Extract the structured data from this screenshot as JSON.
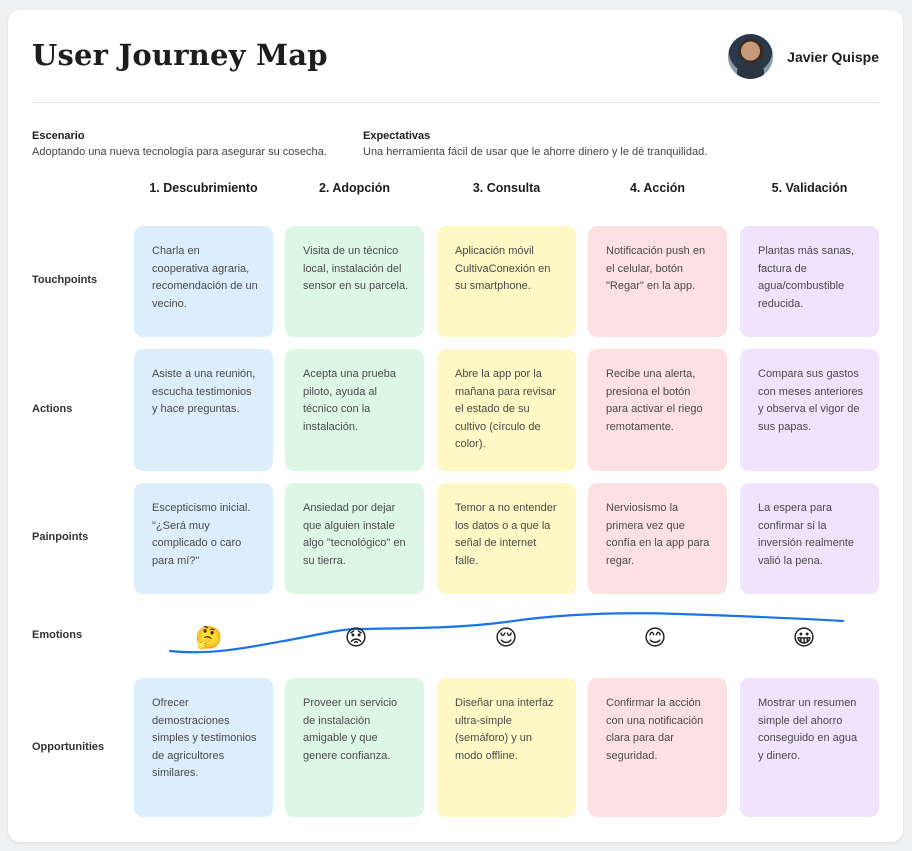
{
  "title": "User Journey Map",
  "user": {
    "name": "Javier Quispe",
    "avatar_icon": "user-avatar-icon"
  },
  "scenario": {
    "label": "Escenario",
    "text": "Adoptando una nueva tecnología para asegurar su cosecha."
  },
  "expectations": {
    "label": "Expectativas",
    "text": "Una herramienta fácil de usar que le ahorre dinero y le dé tranquilidad."
  },
  "stages": [
    "1. Descubrimiento",
    "2. Adopción",
    "3. Consulta",
    "4. Acción",
    "5. Validación"
  ],
  "rows": {
    "touchpoints": {
      "label": "Touchpoints",
      "cells": [
        "Charla en cooperativa agraria, recomendación de un vecino.",
        "Visita de un técnico local, instalación del sensor en su parcela.",
        "Aplicación móvil CultivaConexión en su smartphone.",
        "Notificación push en el celular, botón \"Regar\" en la app.",
        "Plantas más sanas, factura de agua/combustible reducida."
      ]
    },
    "actions": {
      "label": "Actions",
      "cells": [
        "Asiste a una reunión, escucha testimonios y hace preguntas.",
        "Acepta una prueba piloto, ayuda al técnico con la instalación.",
        "Abre la app por la mañana para revisar el estado de su cultivo (círculo de color).",
        "Recibe una alerta, presiona el botón para activar el riego remotamente.",
        "Compara sus gastos con meses anteriores y observa el vigor de sus papas."
      ]
    },
    "painpoints": {
      "label": "Painpoints",
      "cells": [
        "Escepticismo inicial. \"¿Será muy complicado o caro para mí?\"",
        "Ansiedad por dejar que alguien instale algo \"tecnológico\" en su tierra.",
        "Temor a no entender los datos o a que la señal de internet falle.",
        "Nerviosismo la primera vez que confía en la app para regar.",
        "La espera para confirmar si la inversión realmente valió la pena."
      ]
    },
    "emotions": {
      "label": "Emotions",
      "items": [
        {
          "emoji": "🤔",
          "icon": "thinking-face-icon"
        },
        {
          "emoji": "😟",
          "icon": "worried-face-icon"
        },
        {
          "emoji": "😌",
          "icon": "relieved-face-icon"
        },
        {
          "emoji": "😊",
          "icon": "smiling-face-icon"
        },
        {
          "emoji": "😀",
          "icon": "grinning-face-icon"
        }
      ],
      "curve_color": "#1a73e8"
    },
    "opportunities": {
      "label": "Opportunities",
      "cells": [
        "Ofrecer demostraciones simples y testimonios de agricultores similares.",
        "Proveer un servicio de instalación amigable y que genere confianza.",
        "Diseñar una interfaz ultra-simple (semáforo) y un modo offline.",
        "Confirmar la acción con una notificación clara para dar seguridad.",
        "Mostrar un resumen simple del ahorro conseguido en agua y dinero."
      ]
    }
  },
  "stage_colors": [
    "#dcedfc",
    "#dcf8e4",
    "#fdf8c4",
    "#fde0e1",
    "#efe3fd"
  ]
}
